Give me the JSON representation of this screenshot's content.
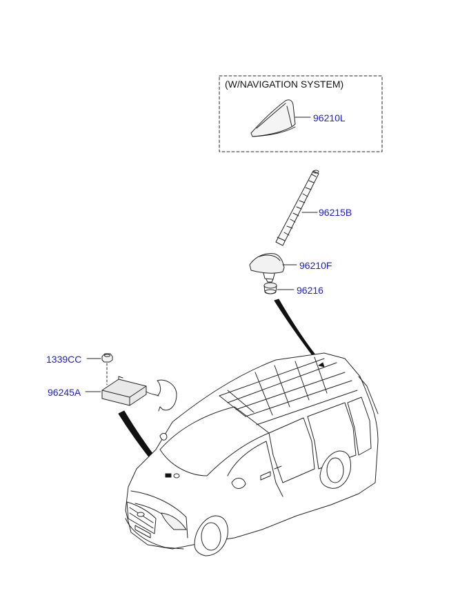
{
  "nav_box": {
    "title": "(W/NAVIGATION SYSTEM)"
  },
  "parts": {
    "shark_fin_nav": "96210L",
    "antenna_rod": "96215B",
    "antenna_base": "96210F",
    "grommet": "96216",
    "nut": "1339CC",
    "module": "96245A"
  },
  "colors": {
    "label": "#1a1ad8",
    "line": "#222222",
    "bg": "#ffffff"
  }
}
